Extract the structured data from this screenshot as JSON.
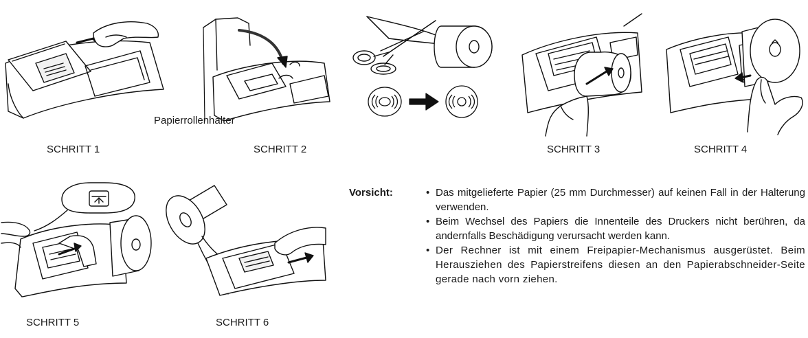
{
  "steps": [
    {
      "label": "SCHRITT 1"
    },
    {
      "label": "SCHRITT 2",
      "callout": "Papierrollenhalter"
    },
    {
      "label": "SCHRITT 3"
    },
    {
      "label": "SCHRITT 4"
    },
    {
      "label": "SCHRITT 5"
    },
    {
      "label": "SCHRITT 6"
    }
  ],
  "caution": {
    "title": "Vorsicht:",
    "items": [
      "Das mitgelieferte Papier (25 mm Durchmesser) auf keinen Fall in der Halterung verwenden.",
      "Beim Wechsel des Papiers die Innenteile des Druckers nicht berühren, da andernfalls Beschädigung verursacht werden kann.",
      "Der Rechner ist mit einem Freipapier-Mechanismus ausgerüstet. Beim Herausziehen des Papierstreifens diesen an den Papierabschneider-Seite gerade nach vorn ziehen."
    ]
  },
  "icons": {
    "step1": "calculator-cover-removal-icon",
    "step2": "paper-holder-lift-icon",
    "cut": "scissors-cutting-paper-icon",
    "roll": "paper-roll-icon",
    "step3": "insert-paper-roll-icon",
    "step4": "hand-feeding-paper-icon",
    "step5": "paper-feed-key-icon",
    "step6": "pull-paper-strip-icon"
  }
}
